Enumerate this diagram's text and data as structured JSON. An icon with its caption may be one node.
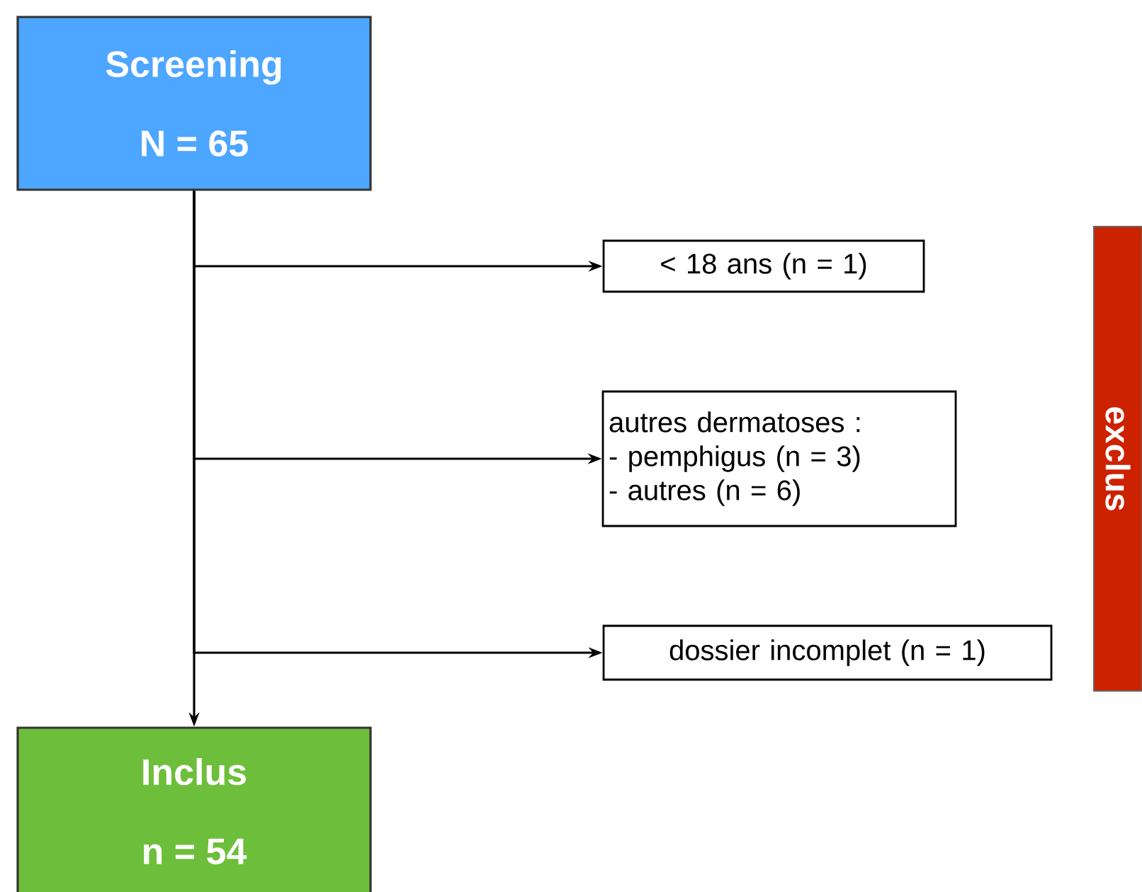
{
  "diagram": {
    "nodes": [
      {
        "text": [
          "Screening",
          "N = 65"
        ]
      },
      {
        "text": [
          "< 18 ans (n = 1)"
        ]
      },
      {
        "text": [
          "autres dermatoses :",
          "- pemphigus (n = 3)",
          "- autres (n = 6)"
        ]
      },
      {
        "text": [
          "dossier incomplet (n = 1)"
        ]
      },
      {
        "text": [
          "Inclus",
          "n = 54"
        ]
      },
      {
        "text": [
          "exclus"
        ]
      }
    ],
    "edges": [
      {
        "from": 0,
        "to": 1,
        "arrow": "to"
      },
      {
        "from": 0,
        "to": 2,
        "arrow": "to"
      },
      {
        "from": 0,
        "to": 3,
        "arrow": "to"
      },
      {
        "from": 0,
        "to": 4,
        "arrow": "to"
      }
    ]
  }
}
